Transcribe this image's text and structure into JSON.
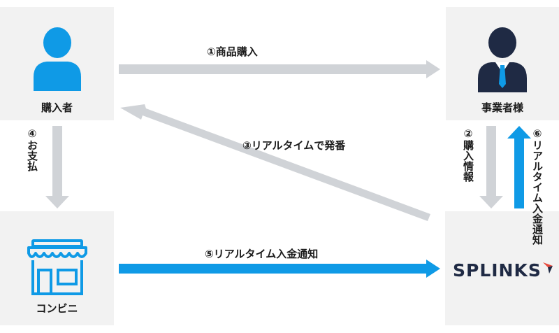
{
  "nodes": {
    "buyer": {
      "label": "購入者"
    },
    "merchant": {
      "label": "事業者様"
    },
    "store": {
      "label": "コンビニ"
    },
    "splinks": {
      "logo_text": "SPLINKS"
    }
  },
  "arrows": {
    "step1": {
      "label": "①商品購入"
    },
    "step2": {
      "label": "②購入情報"
    },
    "step3": {
      "label": "③リアルタイムで発番"
    },
    "step4": {
      "label": "④お支払"
    },
    "step5": {
      "label": "⑤リアルタイム入金通知"
    },
    "step6": {
      "label": "⑥リアルタイム入金通知"
    }
  },
  "colors": {
    "box_bg": "#f2f2f2",
    "gray_arrow": "#d0d3d7",
    "blue": "#0f9ae6",
    "navy": "#1f2a44",
    "logo_red": "#e8473a"
  }
}
